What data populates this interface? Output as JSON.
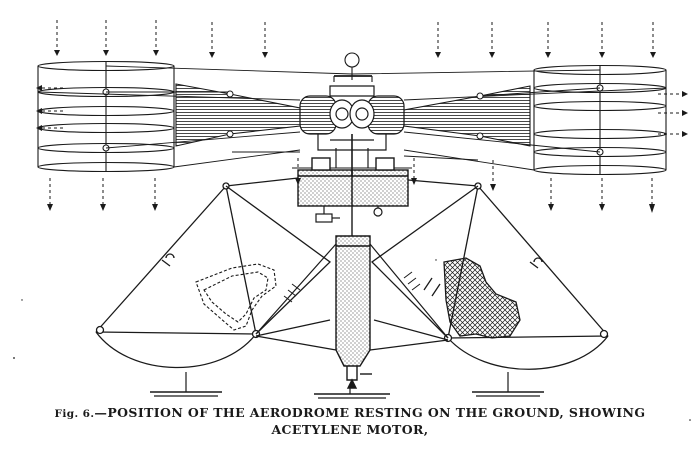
{
  "figure": {
    "caption_fig_prefix": "Fig.",
    "caption_fig_number": " 6.",
    "caption_line1_rest": "—POSITION OF THE AERODROME RESTING ON THE GROUND, SHOWING",
    "caption_line2": "ACETYLENE MOTOR,"
  },
  "style": {
    "ink": "#1a1a1a",
    "paper": "#ffffff"
  },
  "icons": [
    "air-flow-arrow-icon",
    "propeller-icon",
    "sail-icon",
    "motor-icon",
    "float-icon",
    "ground-support-icon",
    "seat-icon"
  ]
}
